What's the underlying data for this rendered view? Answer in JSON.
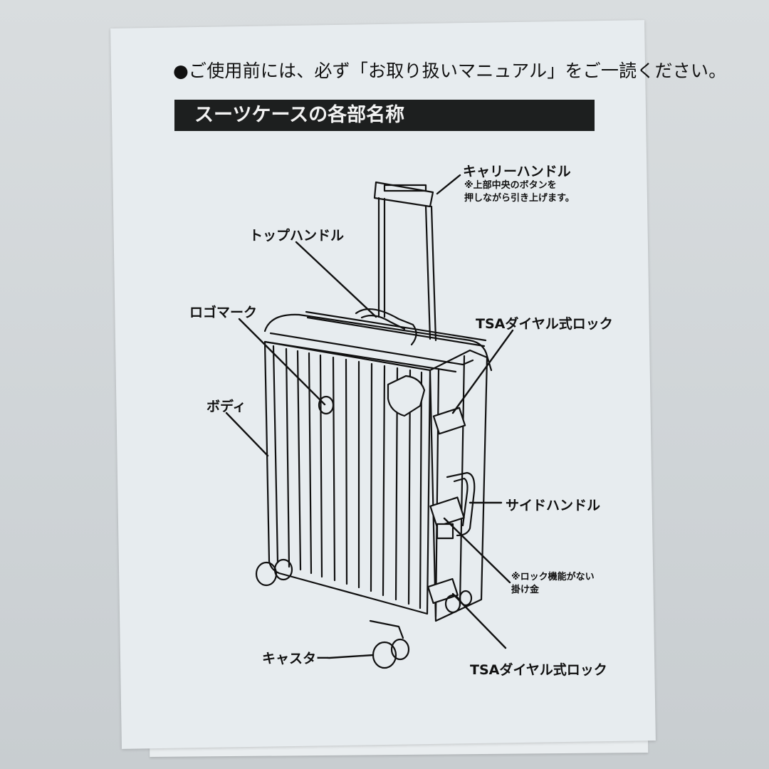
{
  "notice": "●ご使用前には、必ず「お取り扱いマニュアル」をご一読ください。",
  "section_title": "スーツケースの各部名称",
  "labels": {
    "carry_handle": "キャリーハンドル",
    "carry_handle_note_1": "※上部中央のボタンを",
    "carry_handle_note_2": "押しながら引き上げます。",
    "top_handle": "トップハンドル",
    "logo_mark": "ロゴマーク",
    "tsa_lock_upper": "TSAダイヤル式ロック",
    "body": "ボディ",
    "side_handle": "サイドハンドル",
    "latch_note_1": "※ロック機能がない",
    "latch_note_2": "掛け金",
    "caster": "キャスター",
    "tsa_lock_lower": "TSAダイヤル式ロック"
  },
  "colors": {
    "line": "#111111",
    "title_bar": "#1d1f1f",
    "paper": "#e7ecef"
  }
}
